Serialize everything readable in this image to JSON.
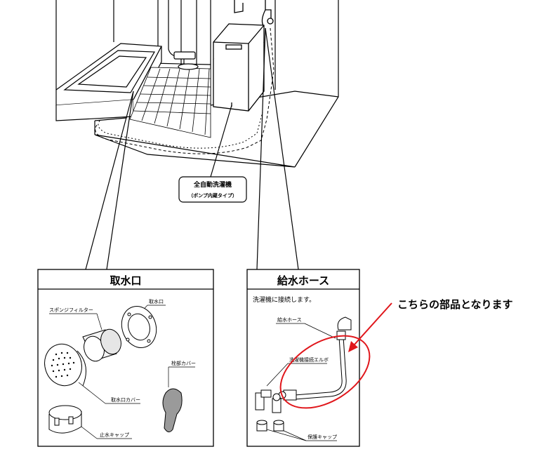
{
  "washer_label": {
    "line1": "全自動洗濯機",
    "line2": "（ポンプ内蔵タイプ）"
  },
  "intake_box": {
    "title": "取水口",
    "parts": {
      "sponge_filter": "スポンジフィルター",
      "intake": "取水口",
      "intake_cover": "取水口カバー",
      "plug_cover": "栓部カバー",
      "stop_cap": "止水キャップ"
    }
  },
  "supply_box": {
    "title": "給水ホース",
    "description": "洗濯機に接続します。",
    "parts": {
      "supply_hose": "給水ホース",
      "elbow": "洗濯機接続エルボ",
      "protect_cap": "保護キャップ"
    }
  },
  "annotation": {
    "text": "こちらの部品となります",
    "color": "#e0161b"
  }
}
